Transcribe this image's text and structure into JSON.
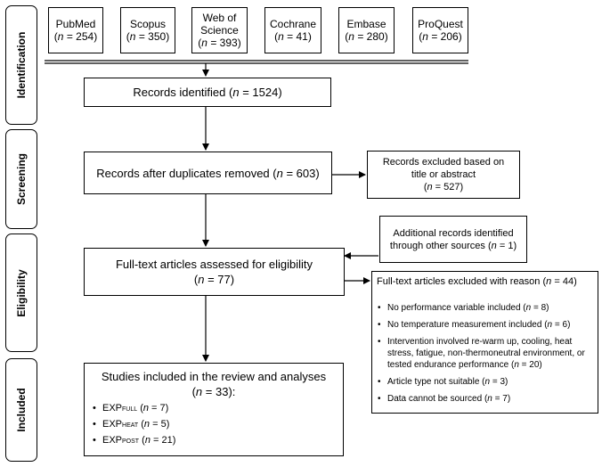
{
  "stages": [
    "Identification",
    "Screening",
    "Eligibility",
    "Included"
  ],
  "sources": [
    {
      "name": "PubMed",
      "n": "254"
    },
    {
      "name": "Scopus",
      "n": "350"
    },
    {
      "name": "Web of Science",
      "n": "393"
    },
    {
      "name": "Cochrane",
      "n": "41"
    },
    {
      "name": "Embase",
      "n": "280"
    },
    {
      "name": "ProQuest",
      "n": "206"
    }
  ],
  "identified": {
    "label": "Records identified",
    "n": "1524"
  },
  "after_duplicates": {
    "label": "Records after duplicates removed",
    "n": "603"
  },
  "excluded_title": {
    "line1": "Records excluded based on",
    "line2": "title or abstract",
    "n": "527"
  },
  "additional": {
    "line1": "Additional records identified",
    "line2": "through other sources",
    "n": "1"
  },
  "fulltext": {
    "line1": "Full-text articles assessed for eligibility",
    "n": "77"
  },
  "fulltext_excluded": {
    "title": "Full-text articles excluded with reason",
    "n": "44",
    "reasons": [
      {
        "text": "No performance variable included",
        "n": "8"
      },
      {
        "text": "No temperature measurement included",
        "n": "6"
      },
      {
        "text": "Intervention involved re-warm up, cooling, heat stress, fatigue, non-thermoneutral environment, or tested endurance performance",
        "n": "20"
      },
      {
        "text": "Article type not suitable",
        "n": "3"
      },
      {
        "text": "Data cannot be sourced",
        "n": "7"
      }
    ]
  },
  "included": {
    "line1": "Studies included in the review and analyses",
    "n": "33",
    "groups": [
      {
        "base": "EXP",
        "sub": "FULL",
        "n": "7"
      },
      {
        "base": "EXP",
        "sub": "HEAT",
        "n": "5"
      },
      {
        "base": "EXP",
        "sub": "POST",
        "n": "21"
      }
    ]
  },
  "n_symbol": "n"
}
